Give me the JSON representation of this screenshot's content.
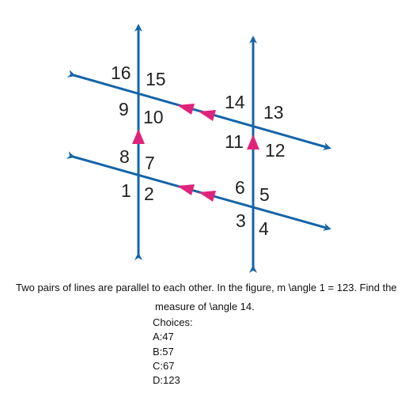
{
  "figure": {
    "line_color": "#1565a8",
    "arrow_color": "#e0237a",
    "angle_labels": [
      "16",
      "15",
      "9",
      "10",
      "8",
      "7",
      "1",
      "2",
      "14",
      "13",
      "11",
      "12",
      "6",
      "5",
      "3",
      "4"
    ]
  },
  "question": {
    "line1": "Two pairs of lines are parallel to each other. In the figure, m \\angle 1 = 123. Find the",
    "line2": "measure of \\angle 14.",
    "choices_header": "Choices:",
    "choices": [
      "A:47",
      "B:57",
      "C:67",
      "D:123"
    ]
  }
}
